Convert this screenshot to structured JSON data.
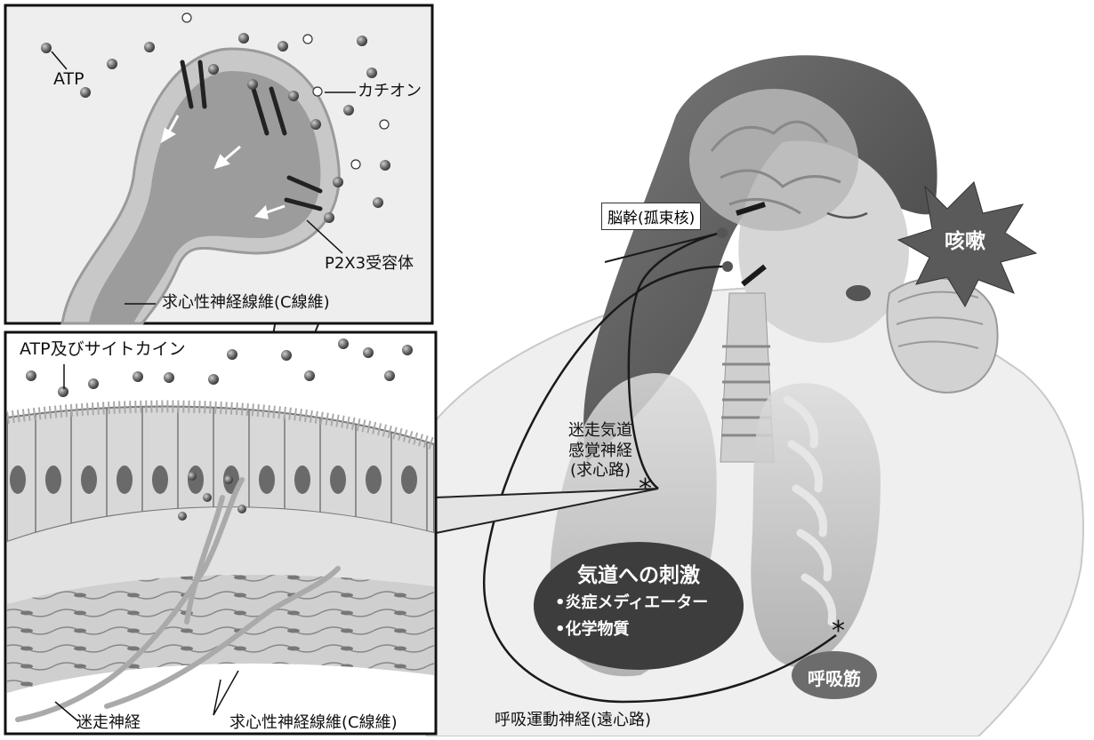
{
  "inset_top": {
    "atp": "ATP",
    "cation": "カチオン",
    "receptor": "P2X3受容体",
    "fiber": "求心性神経線維(C線維)"
  },
  "inset_bottom": {
    "atp_cytokine": "ATP及びサイトカイン",
    "vagus": "迷走神経",
    "fiber": "求心性神経線維(C線維)"
  },
  "main": {
    "brainstem": "脳幹(孤束核)",
    "cough": "咳嗽",
    "afferent_line1": "迷走気道",
    "afferent_line2": "感覚神経",
    "afferent_line3": "(求心路)",
    "stimulus_title": "気道への刺激",
    "stimulus_item1": "•炎症メディエーター",
    "stimulus_item2": "•化学物質",
    "muscle": "呼吸筋",
    "efferent": "呼吸運動神経(遠心路)"
  },
  "colors": {
    "fill_dark": "#3a3a3a",
    "fill_mid": "#8a8a8a",
    "fill_light": "#d9d9d9",
    "stroke": "#111111"
  }
}
